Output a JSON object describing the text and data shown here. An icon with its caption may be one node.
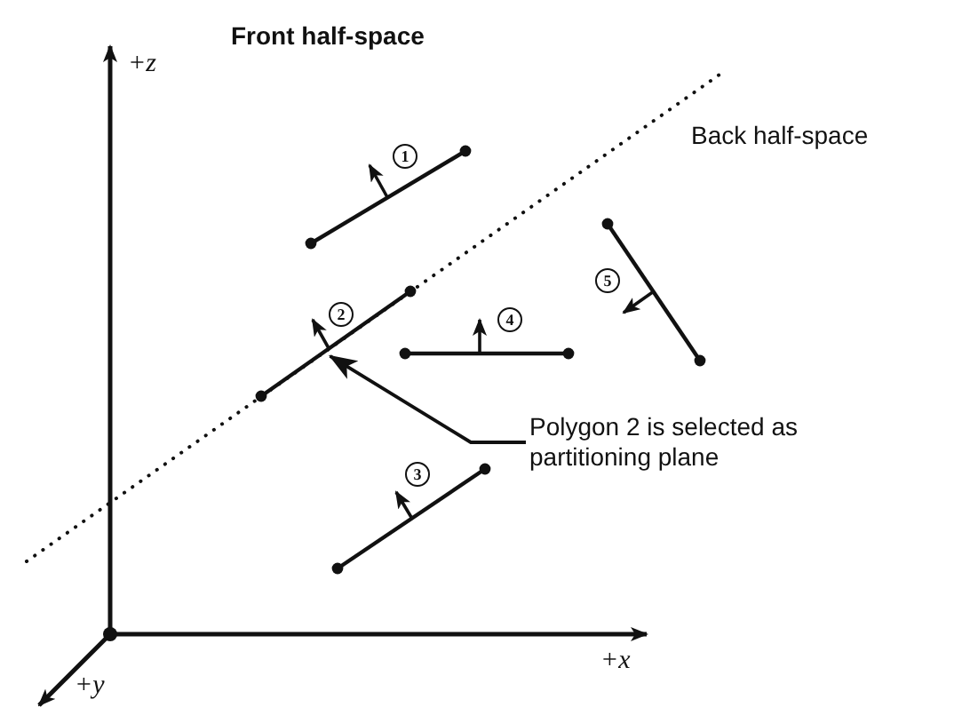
{
  "diagram": {
    "nodes": [
      {
        "text": [
          "Polygon 2 is selected as partitioning plane"
        ]
      },
      {
        "text": [],
        "shape": "line"
      },
      {
        "text": [],
        "shape": "line"
      },
      {
        "text": [],
        "shape": "line"
      },
      {
        "text": [],
        "shape": "line"
      },
      {
        "text": [],
        "shape": "line"
      }
    ],
    "edges": [
      {
        "from": 0,
        "to": 2,
        "arrow": "to"
      }
    ],
    "labels": [
      "+z",
      "Front half-space",
      "1",
      "Back half-space",
      "2",
      "5",
      "4",
      "3",
      "+x",
      "+y"
    ]
  }
}
